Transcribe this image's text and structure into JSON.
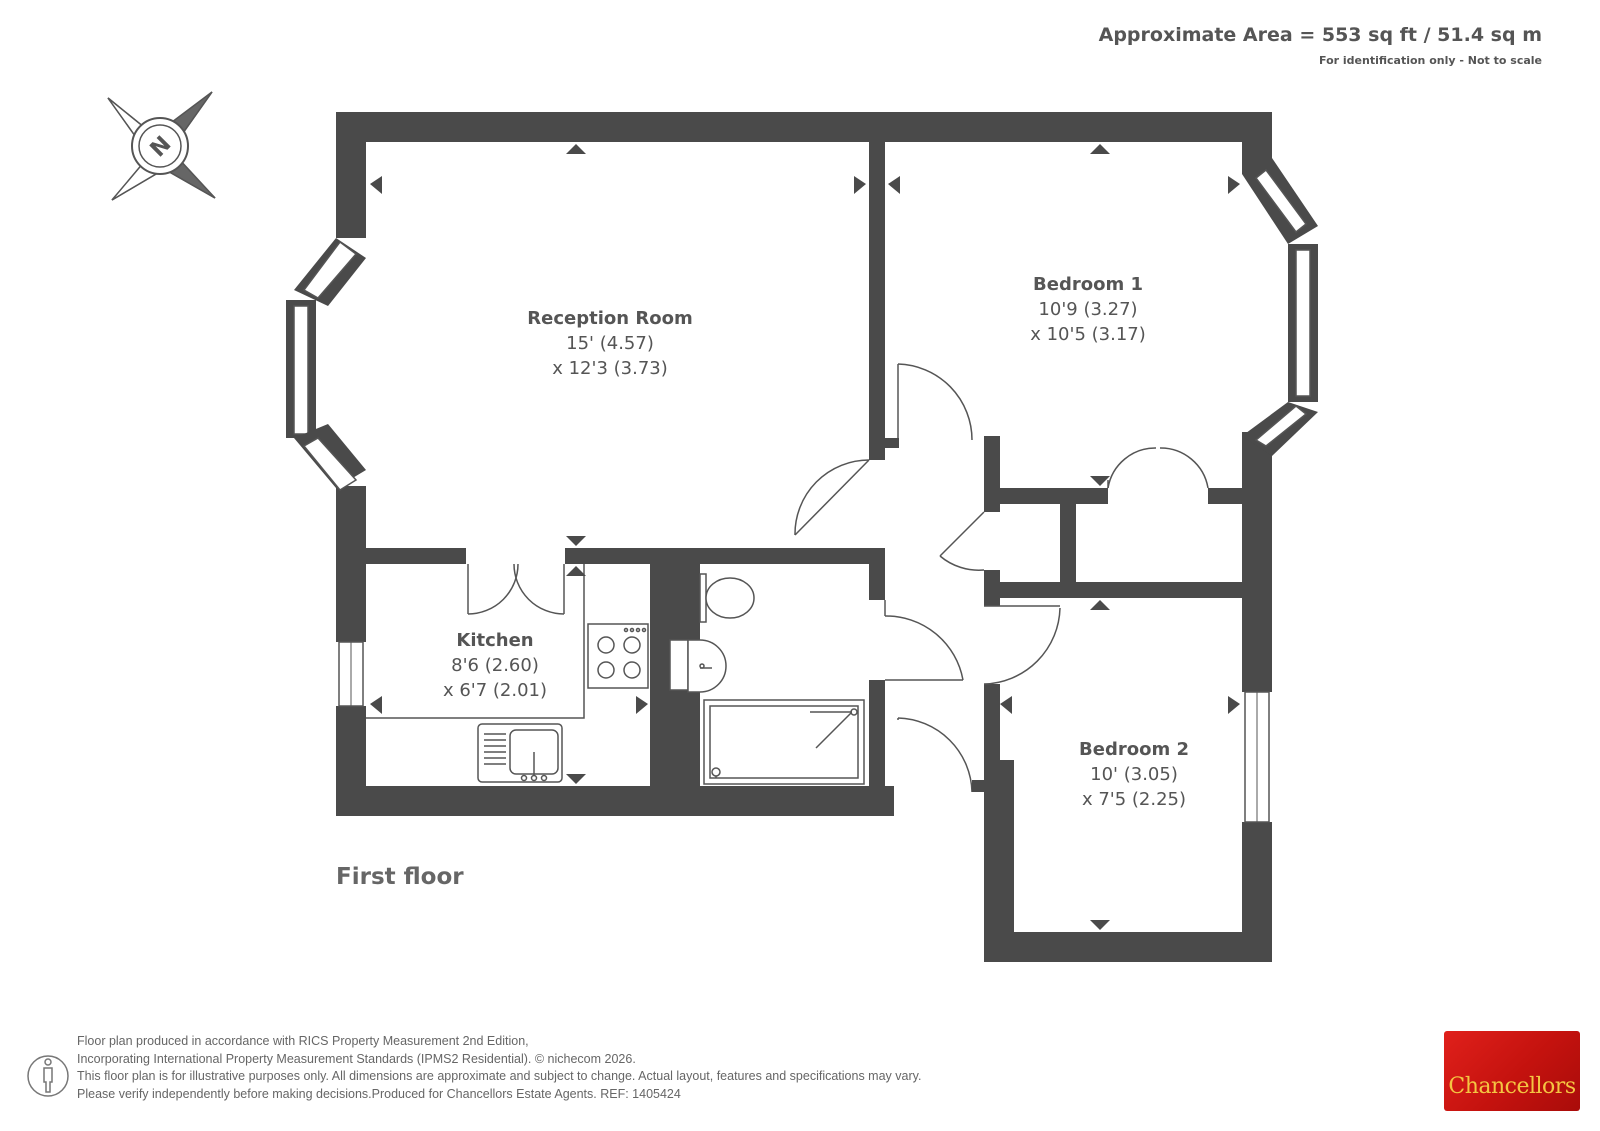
{
  "header": {
    "approximate_area": "Approximate Area = 553 sq ft / 51.4 sq m",
    "note": "For identification only - Not to scale"
  },
  "compass": {
    "icon": "north-compass-icon",
    "letter": "N"
  },
  "rooms": {
    "reception": {
      "name": "Reception Room",
      "dim1": "15' (4.57)",
      "dim2": "x 12'3 (3.73)"
    },
    "bedroom1": {
      "name": "Bedroom 1",
      "dim1": "10'9 (3.27)",
      "dim2": "x 10'5 (3.17)"
    },
    "kitchen": {
      "name": "Kitchen",
      "dim1": "8'6 (2.60)",
      "dim2": "x 6'7 (2.01)"
    },
    "bedroom2": {
      "name": "Bedroom 2",
      "dim1": "10' (3.05)",
      "dim2": "x 7'5 (2.25)"
    }
  },
  "floor_label": "First floor",
  "footer": {
    "lines": [
      "Floor plan produced in accordance with RICS Property Measurement 2nd Edition,",
      "Incorporating International Property Measurement Standards (IPMS2 Residential).   © nichecom 2026.",
      "This floor plan is for illustrative purposes only. All dimensions are approximate and subject to change. Actual layout, features and specifications may vary.",
      "Please verify independently before making decisions.Produced for Chancellors Estate Agents.    REF:  1405424"
    ],
    "icon": "person-scale-icon"
  },
  "brand": {
    "name": "Chancellors",
    "color": "#d4161a",
    "text_color": "#f4c542"
  },
  "colors": {
    "wall": "#4a4a4a",
    "line": "#555555",
    "text": "#555555"
  }
}
